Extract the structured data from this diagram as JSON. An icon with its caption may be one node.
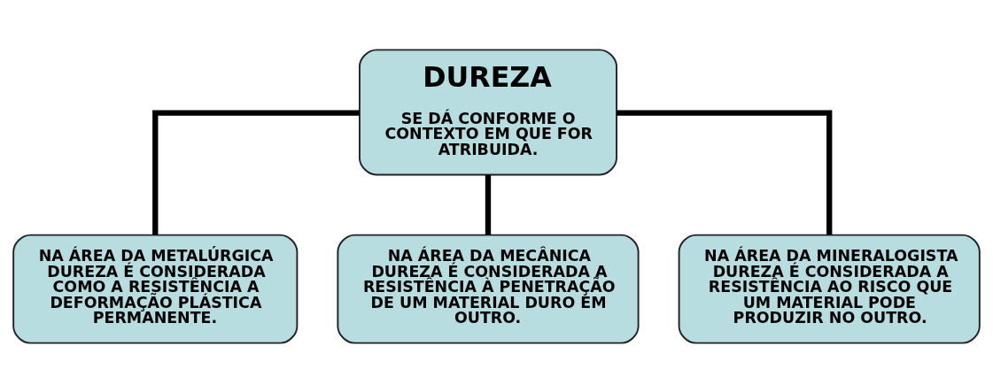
{
  "diagram": {
    "nodes": [
      {
        "text": [
          "DUREZA",
          "SE DÁ CONFORME O CONTEXTO EM QUE FOR ATRIBUIDA."
        ]
      },
      {
        "text": [
          "NA ÁREA DA METALÚRGICA DUREZA É CONSIDERADA COMO A RESISTÊNCIA A DEFORMAÇÃO PLÁSTICA PERMANENTE."
        ]
      },
      {
        "text": [
          "NA ÁREA DA MECÂNICA DUREZA É CONSIDERADA A RESISTÊNCIA À PENETRAÇÃO DE UM MATERIAL DURO EM OUTRO."
        ]
      },
      {
        "text": [
          "NA ÁREA DA MINERALOGISTA DUREZA É CONSIDERADA A RESISTÊNCIA AO RISCO QUE UM MATERIAL PODE PRODUZIR NO OUTRO."
        ]
      }
    ],
    "edges": [
      {
        "from": 0,
        "to": 1,
        "arrow": "none"
      },
      {
        "from": 0,
        "to": 2,
        "arrow": "none"
      },
      {
        "from": 0,
        "to": 3,
        "arrow": "none"
      }
    ]
  }
}
